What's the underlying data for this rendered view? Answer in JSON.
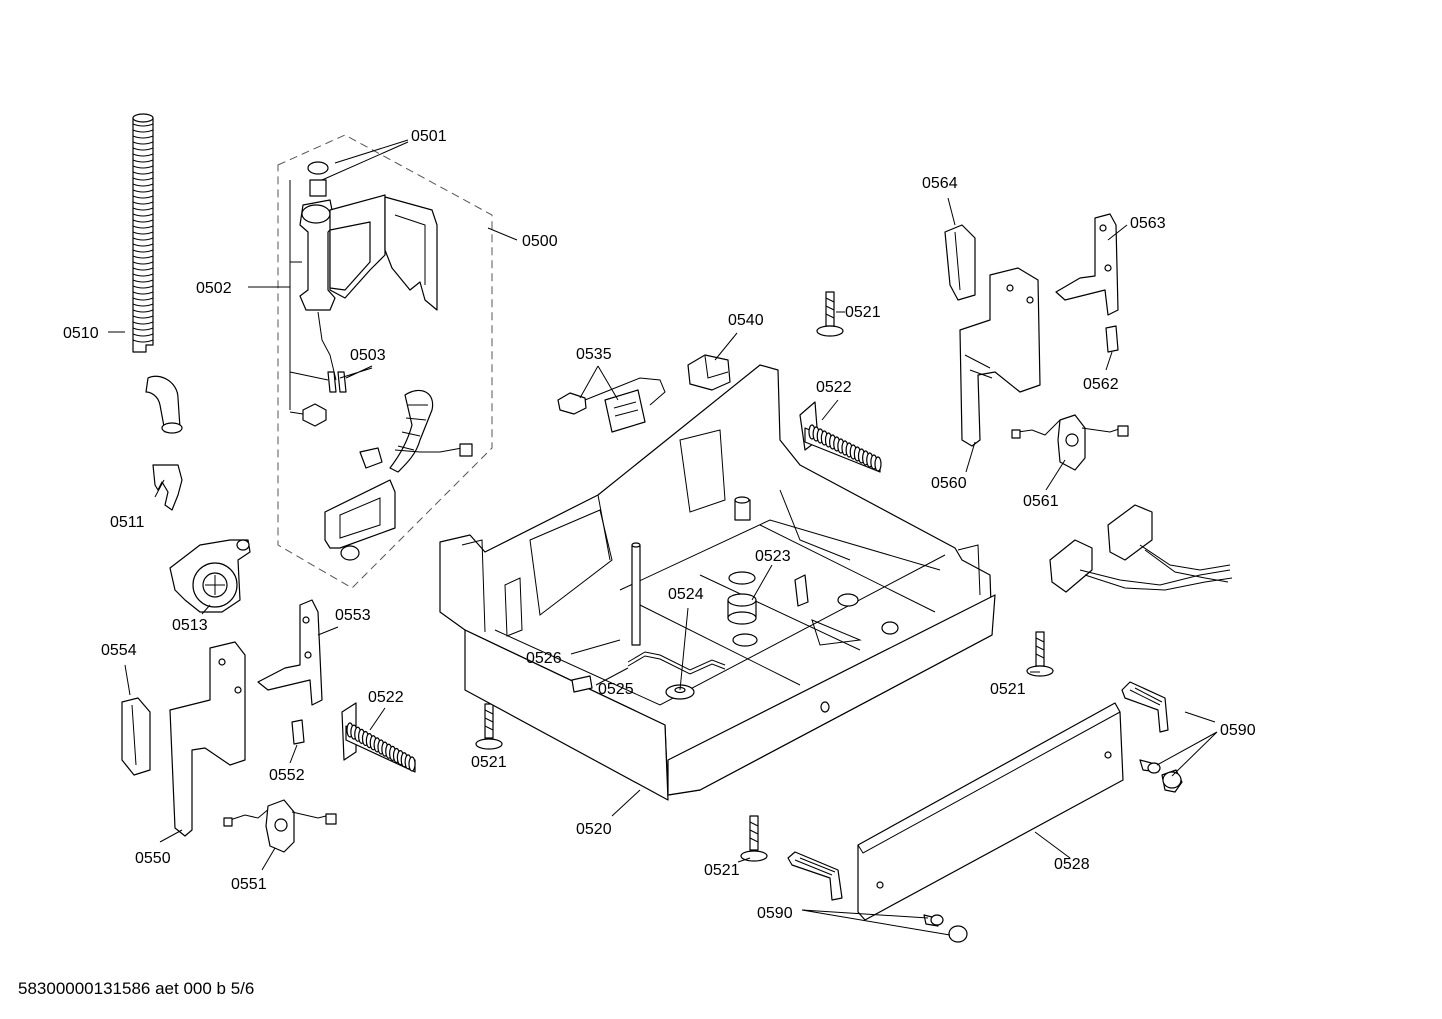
{
  "footer": {
    "doc_id": "58300000131586 aet 000 b 5/6"
  },
  "labels": {
    "l0501": "0501",
    "l0500": "0500",
    "l0502": "0502",
    "l0510": "0510",
    "l0503": "0503",
    "l0511": "0511",
    "l0513": "0513",
    "l0535": "0535",
    "l0540": "0540",
    "l0521a": "0521",
    "l0522a": "0522",
    "l0564": "0564",
    "l0563": "0563",
    "l0562": "0562",
    "l0560": "0560",
    "l0561": "0561",
    "l0523": "0523",
    "l0524": "0524",
    "l0526": "0526",
    "l0525": "0525",
    "l0553": "0553",
    "l0554": "0554",
    "l0522b": "0522",
    "l0552": "0552",
    "l0521b": "0521",
    "l0521c": "0521",
    "l0590a": "0590",
    "l0520": "0520",
    "l0550": "0550",
    "l0551": "0551",
    "l0521d": "0521",
    "l0528": "0528",
    "l0590b": "0590"
  }
}
